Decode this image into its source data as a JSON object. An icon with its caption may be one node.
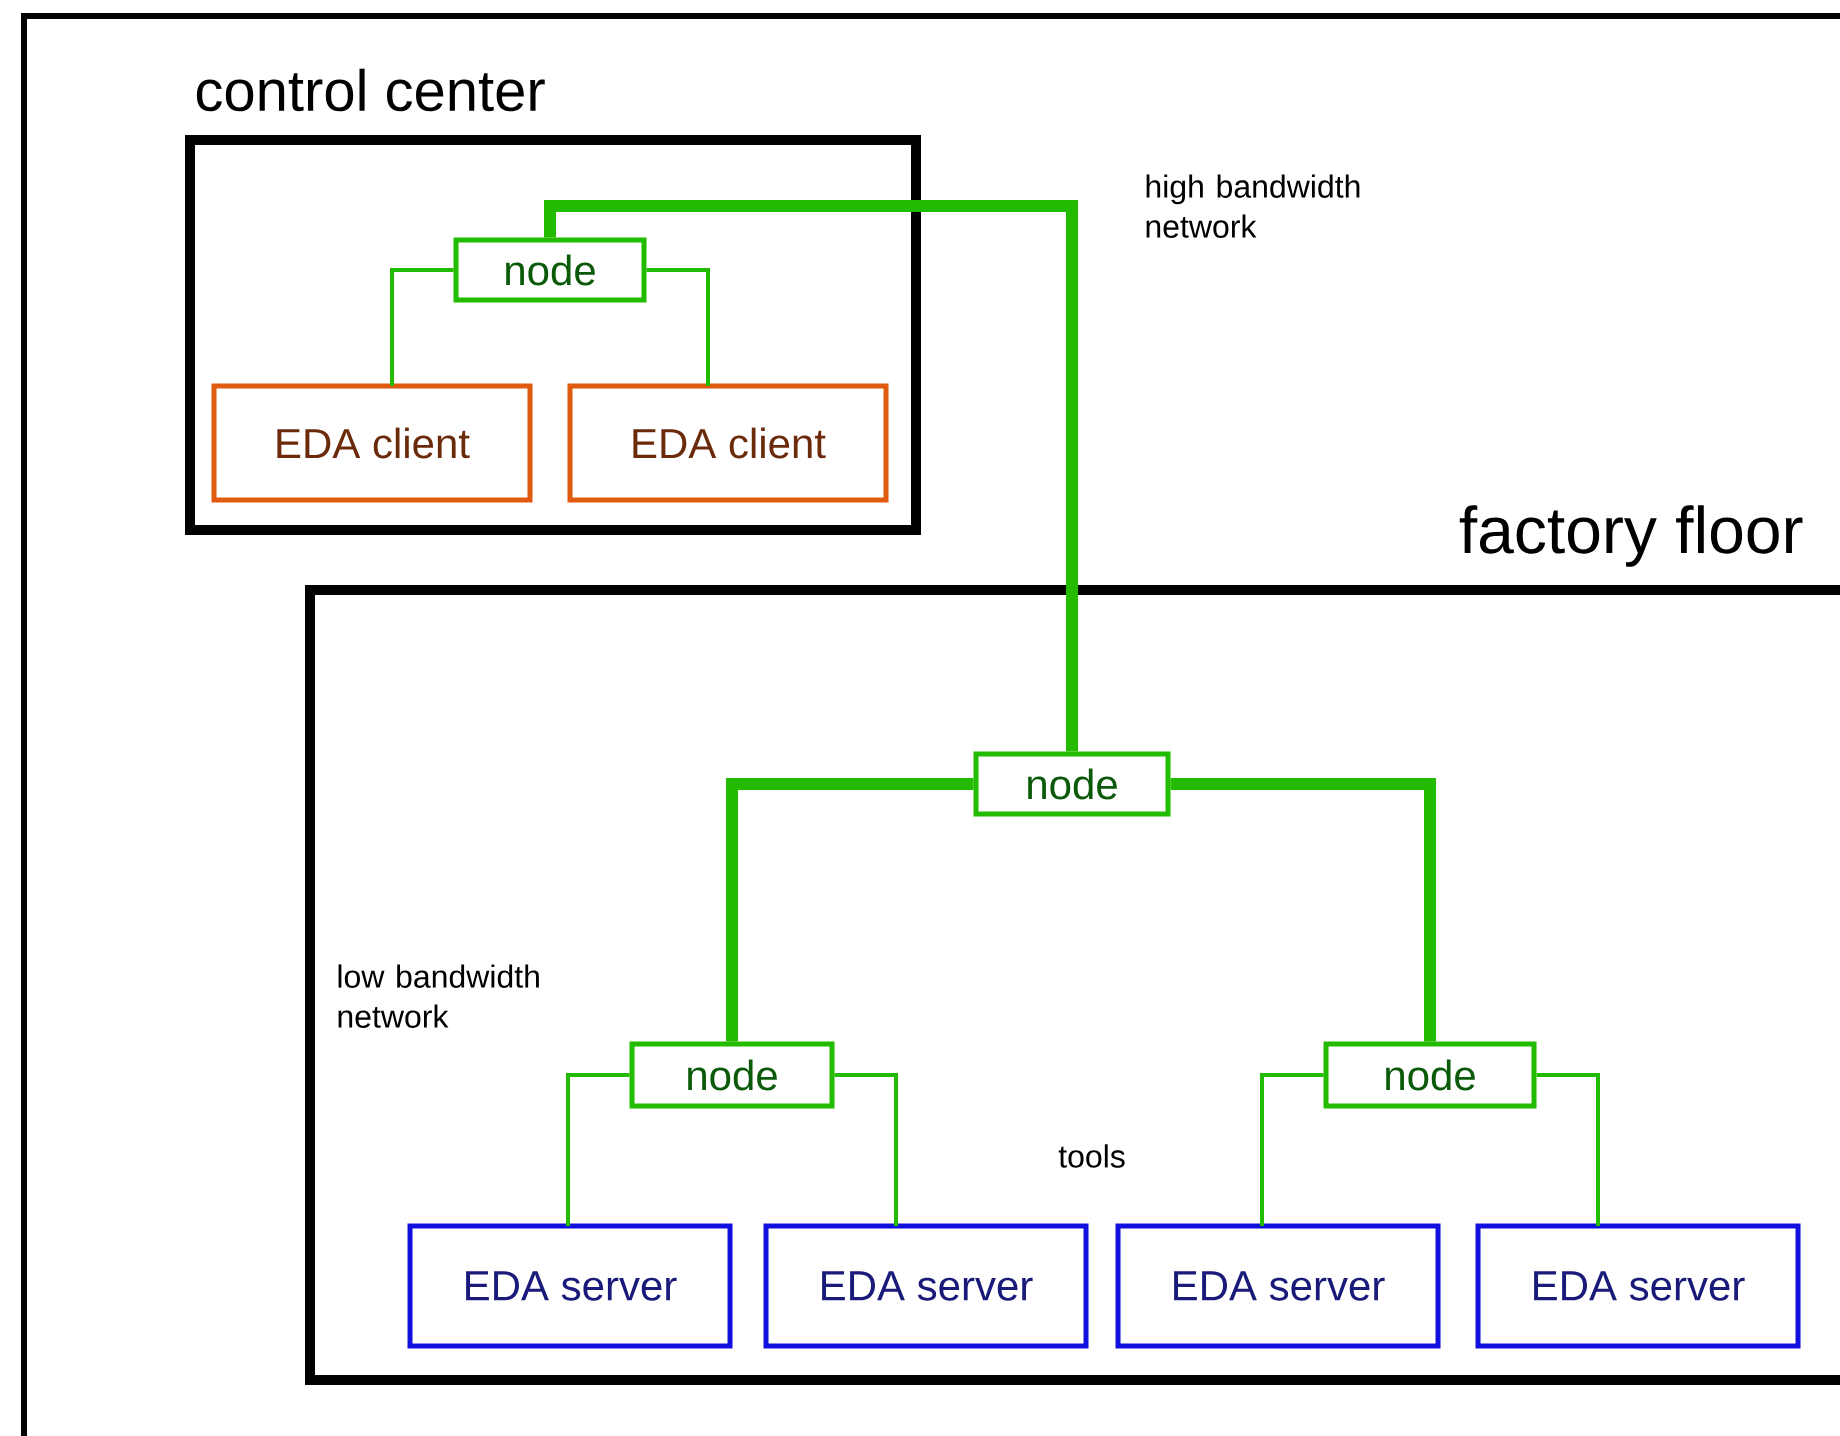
{
  "diagram": {
    "nodes": [
      {
        "text": [
          "control center"
        ]
      },
      {
        "text": [
          "node"
        ],
        "in": 0
      },
      {
        "text": [
          "EDA client"
        ],
        "in": 0
      },
      {
        "text": [
          "EDA client"
        ],
        "in": 0
      },
      {
        "text": [
          "factory floor"
        ]
      },
      {
        "text": [
          "node"
        ],
        "in": 4
      },
      {
        "text": [
          "node"
        ],
        "in": 4
      },
      {
        "text": [
          "node"
        ],
        "in": 4
      },
      {
        "text": [
          "EDA server"
        ],
        "in": 4
      },
      {
        "text": [
          "EDA server"
        ],
        "in": 4
      },
      {
        "text": [
          "EDA server"
        ],
        "in": 4
      },
      {
        "text": [
          "EDA server"
        ],
        "in": 4
      }
    ],
    "edges": [
      {
        "from": 1,
        "to": 2,
        "arrow": "none"
      },
      {
        "from": 1,
        "to": 3,
        "arrow": "none"
      },
      {
        "from": 1,
        "to": 5,
        "arrow": "none",
        "style": "thick"
      },
      {
        "from": 5,
        "to": 6,
        "arrow": "none",
        "style": "thick"
      },
      {
        "from": 5,
        "to": 7,
        "arrow": "none",
        "style": "thick"
      },
      {
        "from": 6,
        "to": 8,
        "arrow": "none"
      },
      {
        "from": 6,
        "to": 9,
        "arrow": "none"
      },
      {
        "from": 7,
        "to": 10,
        "arrow": "none"
      },
      {
        "from": 7,
        "to": 11,
        "arrow": "none"
      }
    ],
    "labels": [
      "high bandwidth network",
      "low bandwidth network",
      "tools"
    ]
  }
}
